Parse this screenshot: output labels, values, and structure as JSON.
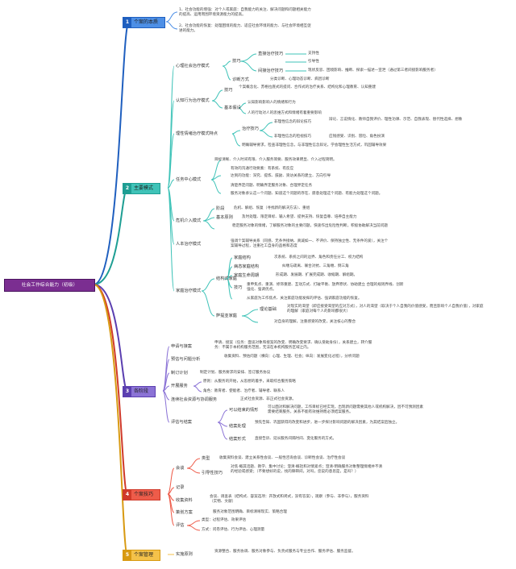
{
  "root": "社会工作综合能力（初级）",
  "branches": [
    {
      "num": "1",
      "label": "个案的本质",
      "color": "#1f5fbf",
      "bg": "#4d8fe6"
    },
    {
      "num": "2",
      "label": "主要模式",
      "color": "#1e9e93",
      "bg": "#3fc3b8"
    },
    {
      "num": "3",
      "label": "各阶段",
      "color": "#5b3fb0",
      "bg": "#8b73d6"
    },
    {
      "num": "4",
      "label": "个案技巧",
      "color": "#d03a2a",
      "bg": "#ee5c4a"
    },
    {
      "num": "5",
      "label": "个案管理",
      "color": "#d89a12",
      "bg": "#f4c24a"
    }
  ],
  "b1": {
    "t1": "1、社会功能的增强：对个人或家庭：自我能力的关注、解决问题和问题相关能力的提高、运用周围环境资源能力的提高。",
    "t2": "2、社会功能的恢复：处理困境的能力、适应社会环境的能力、与社会环境相互促进的能力。"
  },
  "b2": {
    "psych": "心理社会治疗模式",
    "psych_tag": "技巧",
    "direct": "直接治疗技巧",
    "support": "支持性",
    "guide": "引导性",
    "indirect": "间接治疗技巧",
    "indirect_desc": "现状反思、困境影响、推断、探索—描述—宣泄（通过第三者间接影响服务者）",
    "diag": "诊断方式",
    "diag_desc": "分类诊断、心理动态诊断、病因诊断",
    "cog": "认知行为治疗模式",
    "cog_tag": "技巧",
    "cog_desc": "个案概念化、苏格拉底式的提问、合作式的治疗关系、结构化和心理教育、认知重建",
    "basic": "基本假设",
    "basic1": "认知影响影响人的情绪和行为",
    "basic2": "人的行动对人的思维方式和情绪有着重要影响",
    "task": "理性情绪治疗模式特点",
    "task_tag": "治疗技巧",
    "task_a": "非理性信念的辩论技巧",
    "task_a_desc": "辩论、言说情化、教师自我评价、理性功课、示范、自我表现、替代性选择、想象",
    "task_b": "非理性信念的检视技巧",
    "task_b_desc": "应钱感受、识别、冒险、角色扮演",
    "task_c": "明确辅导要求，检查非理性信念，与非理性信念辩论，学会理性生活方式，巩固辅导效果",
    "mid": "任务中心模式",
    "mid0": "目标清晰、介入时间有限、介入服务简要、服务效果明显、介入过程简明。",
    "mid1": "有效的沟通行动要素：有系统、有反应",
    "mid2": "达到的功能：深究、提炼、鼓励、资访关系的建立、方向引导",
    "mid3": "清楚界定问题、明确界定服务对象、合理界定任务",
    "mid4": "服务对象承认这一个问题、知道这个问题的存在、愿意处理这个问题、有能力处理这个问题。",
    "crisis": "危机介入模式",
    "crisis_tag": "阶段",
    "crisis1": "危机、解组、恢复（寻找新的解决方法）、重组",
    "crisis2_tag": "基本原则",
    "crisis2": "及时处理、限定目标、输入希望、提供支持、恢复自尊、培养自主能力",
    "crisis3": "稳定服务对象的情绪，了解服务对象的主要问题，快速作出危险性判断，积极协助解决当前问题",
    "human": "人本治疗模式",
    "human1": "强调个案辅导关系（同感、无条件接纳、真诚如一、不评价、保持独立性、无条件的爱），关注个案辅导过程，注重社工自身的品格和态度",
    "family": "家庭治疗模式",
    "family_tag": "结构式家庭",
    "fam1": "家庭结构",
    "fam1_desc": "次系统、系统之间的边界、角色和责任分工、权力结构",
    "fam2": "病态家庭结构",
    "fam2_desc": "纠缠与疏离、联合对抗、三角缠、倒三角",
    "fam3": "家庭生命周期",
    "fam3_desc": "形成期、发展期、扩展完成期、收缩期、解组期。",
    "fam4": "技巧",
    "fam4_desc": "重申焦点、重演、修饰重建、互动方式、打破平衡、放弃原状、协助建立 合理的规则界线、创新强化、强调优点。",
    "fam5": "从家庭为工作焦点、关注家庭功能发挥的评估、强调家庭功能的恢复。",
    "strat": "萨提亚家庭",
    "strat1_tag": "理论基础",
    "strat1": "对现实的渴望（即应接受渴望的应对方式），对人的渴望（取决于个人自我的价值感受，而且影响个人自我价值），对家庭的理解（家庭对每个人的影响都很大）",
    "strat2": "对自身的理解，注重感受的改变，关注核心的整合"
  },
  "b3": {
    "s1": "申请与接案",
    "s1_desc": "申请、接案（任务：面谈对象和接案的改变、明确改变要求、确认受助身份），关系建立，转介服务：不属于本机构服务范围，无法在本机构服务区域之内。",
    "s2": "预估与问题分析",
    "s2_desc": "收集资料、预估问题（横向：心理、生理、社会；纵向：发展变化过程），分析问题",
    "s3": "制订计划",
    "s3_desc": "制定计划、服务要求的安排、签订服务协议",
    "s4": "开展服务",
    "s4_a": "原则：从服务的开始，从思想的着手，采取综合服务策略",
    "s4_b": "角色：教育者、使能者、治疗者、辅导者、联系人",
    "s5": "连续社会资源与协调服务",
    "s5_desc": "正式社会资源、非正式社会资源。",
    "s6": "评估与结案",
    "s6_a": "可以结束的情形",
    "s6_a_desc": "可以面对和解决问题，工作目标已经实现，出现新问题需要其他人或机构解决，因不可预测因素需要结束服务，关系不能有效维持而必须结案服务。",
    "s6_b": "结案处理",
    "s6_b_desc": "预先告知、巩固获得的改变和进步，进一步探讨影响问题的解决因素，为其结案后独立。",
    "s6_c": "结案形式",
    "s6_c_desc": "直接告诉、延长服务间隔时间、变化服务的方式。"
  },
  "b4": {
    "k1": "会谈",
    "k1_a": "类型",
    "k1_a_desc": "收集资料会谈、建立关系性会谈、一般性咨询会谈、诊断性会谈、治疗性会谈",
    "k1_b": "引导性技巧",
    "k1_b_desc": "对焦·概其话题、教学、集中讨论；澄清·概括和对情紧点；澄清·明确服务对象整理情绪并不清的经验或感受；（不要想好的说，找的障碍间，对吗，您说的意思是，是吗？）",
    "k2": "记录",
    "k3": "收集资料",
    "k3_desc": "会谈、调查表（结构式、容案选项：开放式和闭式，没有答案），观察（参与、非参与），服务资料（实物、文献）",
    "k4": "策划方案",
    "k4_desc": "服务对象范围明确、目标清晰现实、策略合理",
    "k5": "评估",
    "k5_a": "类型：过程评估、效果评估",
    "k5_b": "方式：问卷评估、行为评估、心理测量"
  },
  "b5": {
    "m1": "实施原则",
    "m1_desc": "资源整合、服务协调、服务对象参与、负责式服务与专业合作、服务评估、服务监督。"
  }
}
